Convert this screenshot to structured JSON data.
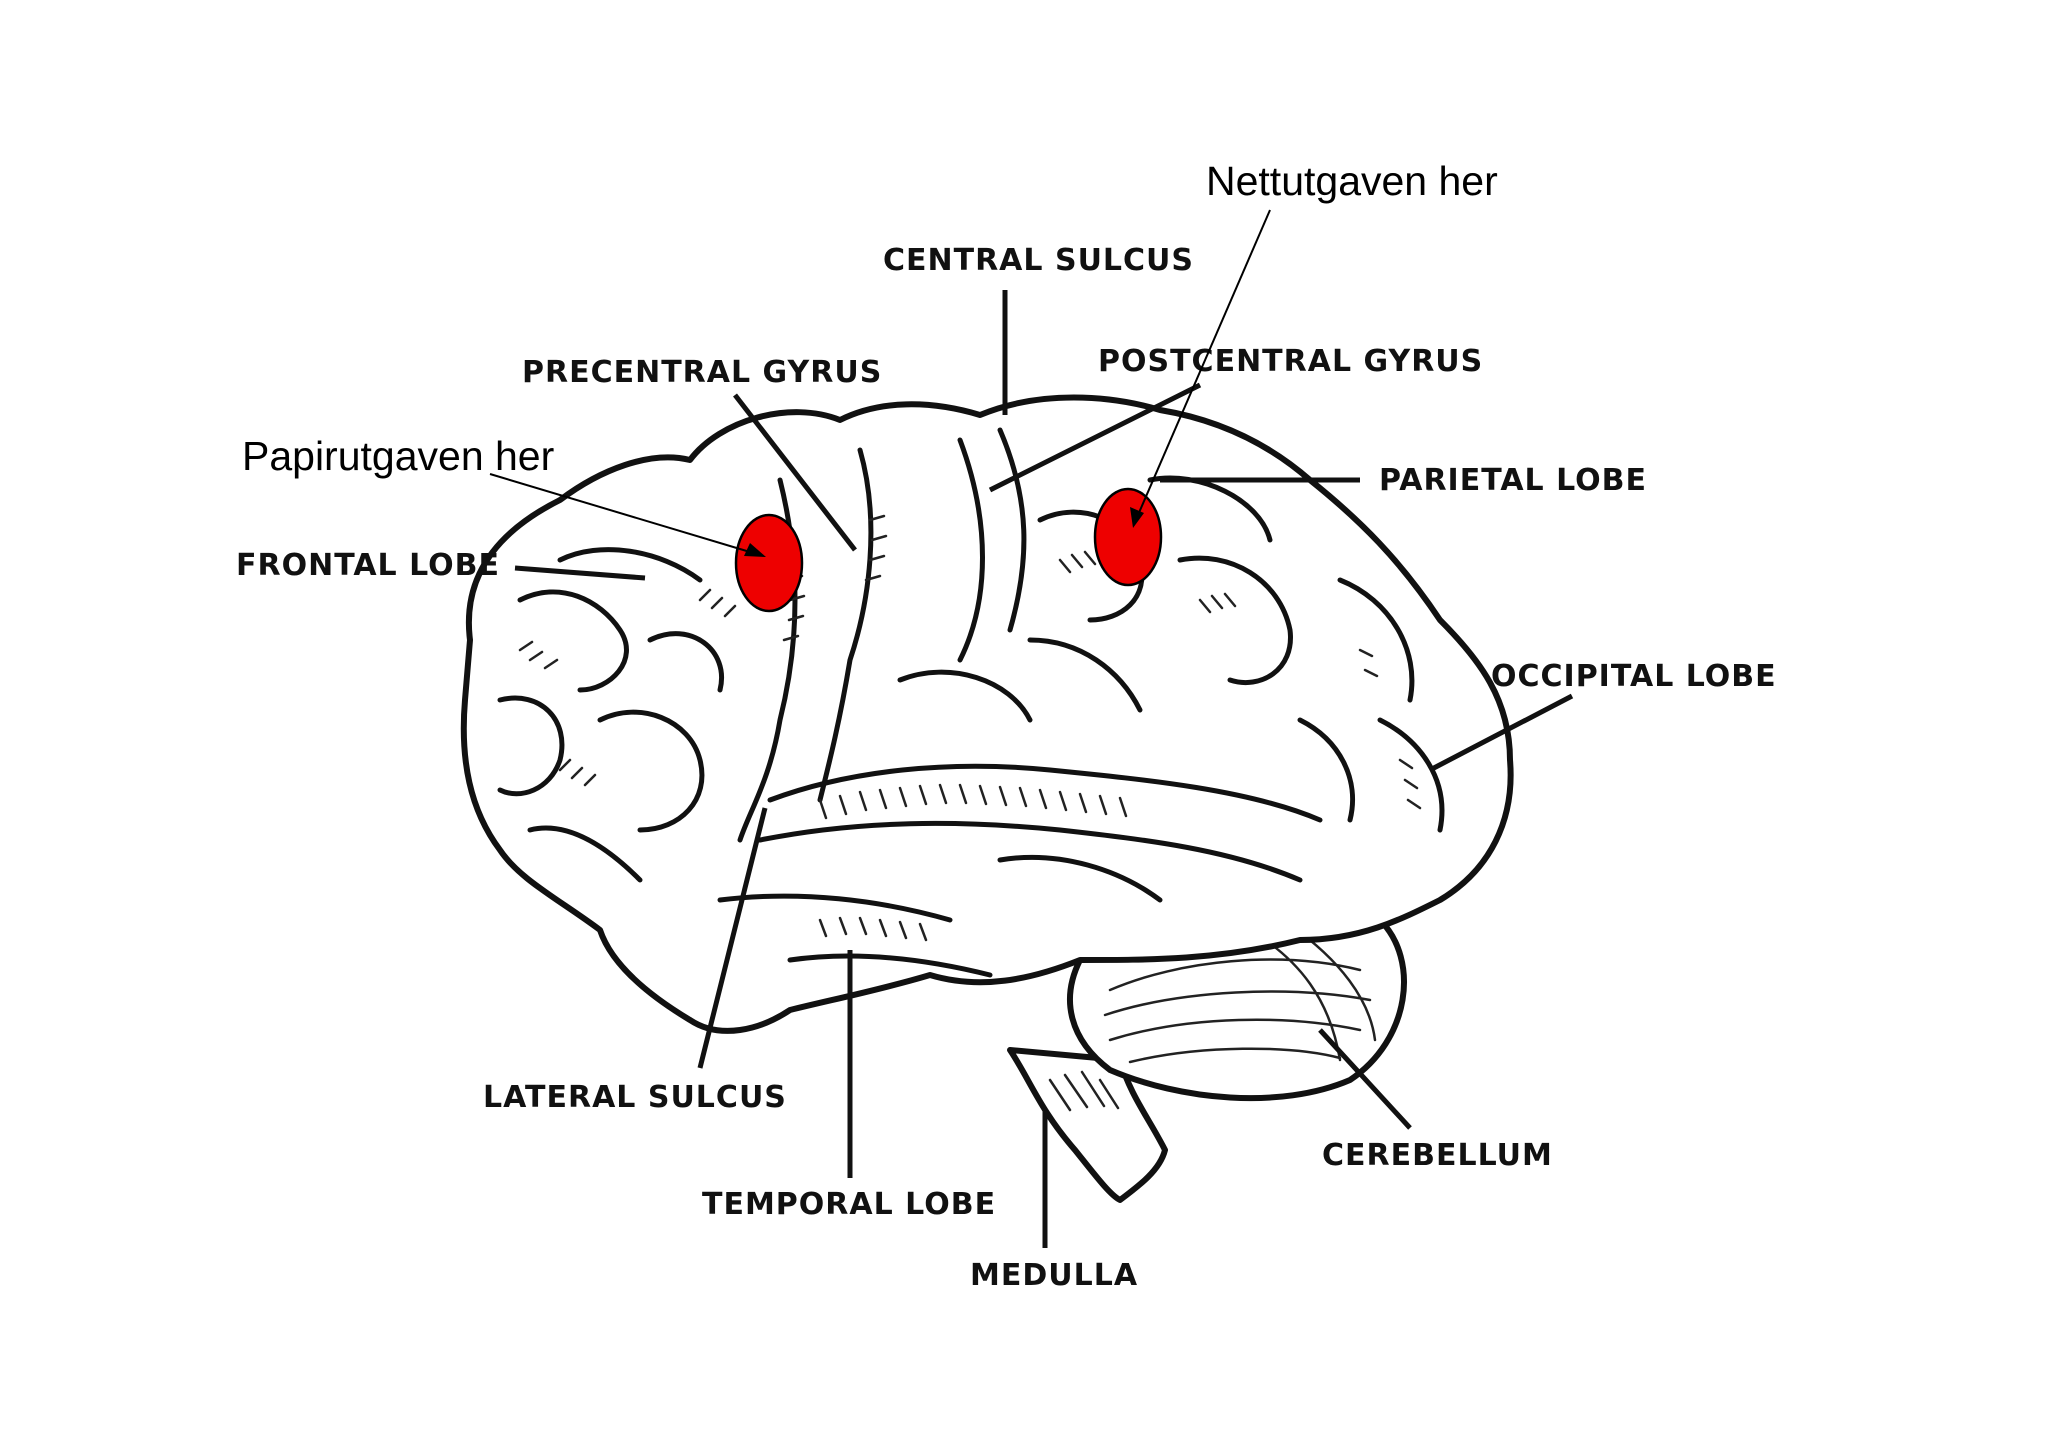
{
  "labels": {
    "central_sulcus": "CENTRAL SULCUS",
    "precentral_gyrus": "PRECENTRAL GYRUS",
    "postcentral_gyrus": "POSTCENTRAL GYRUS",
    "parietal_lobe": "PARIETAL LOBE",
    "frontal_lobe": "FRONTAL LOBE",
    "occipital_lobe": "OCCIPITAL LOBE",
    "lateral_sulcus": "LATERAL SULCUS",
    "temporal_lobe": "TEMPORAL LOBE",
    "medulla": "MEDULLA",
    "cerebellum": "CEREBELLUM"
  },
  "annotations": {
    "print_edition": "Papirutgaven her",
    "web_edition": "Nettutgaven her"
  },
  "colors": {
    "marker": "#ee0000",
    "line": "#111111",
    "background": "#ffffff"
  }
}
